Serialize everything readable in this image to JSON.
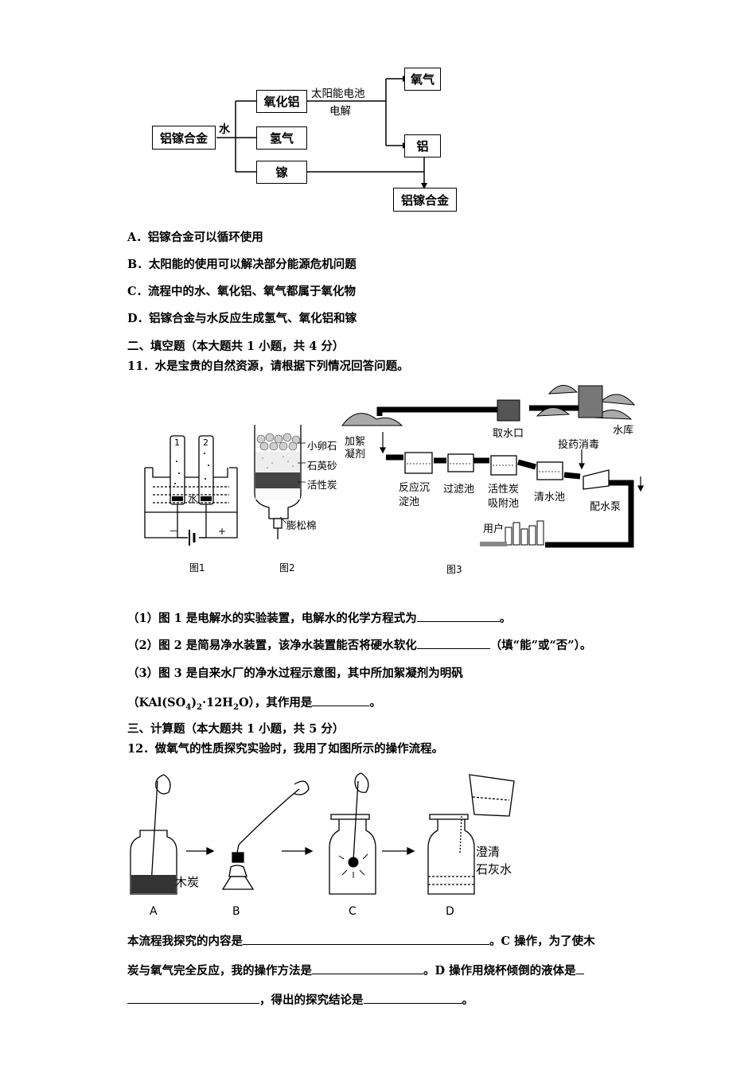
{
  "flow": {
    "alloy": "铝镓合金",
    "water": "水",
    "alumina": "氧化铝",
    "hydrogen": "氢气",
    "gallium": "镓",
    "solar": "太阳能电池",
    "electrolysis": "电解",
    "oxygen": "氧气",
    "aluminum": "铝",
    "alloy_out": "铝镓合金"
  },
  "options": [
    {
      "letter": "A．",
      "text": "铝镓合金可以循环使用"
    },
    {
      "letter": "B．",
      "text": "太阳能的使用可以解决部分能源危机问题"
    },
    {
      "letter": "C．",
      "text": "流程中的水、氧化铝、氧气都属于氧化物"
    },
    {
      "letter": "D．",
      "text": "铝镓合金与水反应生成氢气、氧化铝和镓"
    }
  ],
  "section2": "二、填空题（本大题共 1 小题，共 4 分）",
  "q11": "11．水是宝贵的自然资源，请根据下列情况回答问题。",
  "fig1": {
    "t1": "1",
    "t2": "2",
    "water": "水",
    "minus": "－",
    "plus": "+",
    "caption": "图1"
  },
  "fig2": {
    "pebble": "小卵石",
    "sand": "石英砂",
    "carbon": "活性炭",
    "cotton": "膨松棉",
    "caption": "图2"
  },
  "fig3": {
    "coag1": "加絮",
    "coag2": "凝剂",
    "intake": "取水口",
    "reservoir": "水库",
    "disinfect": "投药消毒",
    "sed1": "反应沉",
    "sed2": "淀池",
    "filter": "过滤池",
    "ac1": "活性炭",
    "ac2": "吸附池",
    "clear": "清水池",
    "pump": "配水泵",
    "user": "用户",
    "caption": "图3"
  },
  "q11_1": {
    "a": "（1）图 1 是电解水的实验装置，电解水的化学方程式为",
    "b": "。"
  },
  "q11_2": {
    "a": "（2）图 2 是简易净水装置，该净水装置能否将硬水软化",
    "b": "（填“能”或“否”）。"
  },
  "q11_3": "（3）图 3 是自来水厂的净水过程示意图，其中所加絮凝剂为明矾",
  "q11_3b": {
    "a": "（KAl(SO",
    "s1": "4",
    "b": ")",
    "s2": "2",
    "c": "·12H",
    "s3": "2",
    "d": "O），其作用是",
    "e": "。"
  },
  "section3": "三、计算题（本大题共 1 小题，共 5 分）",
  "q12": "12．做氧气的性质探究实验时，我用了如图所示的操作流程。",
  "fig4": {
    "charcoal": "木炭",
    "lime1": "澄清",
    "lime2": "石灰水",
    "A": "A",
    "B": "B",
    "C": "C",
    "D": "D"
  },
  "q12_l1": {
    "a": "本流程我探究的内容是",
    "b": "。C 操作，为了使木"
  },
  "q12_l2": {
    "a": "炭与氧气完全反应，我的操作方法是",
    "b": "。D 操作用烧杯倾倒的液体是"
  },
  "q12_l3": {
    "a": "，得出的探究结论是",
    "b": "。"
  }
}
